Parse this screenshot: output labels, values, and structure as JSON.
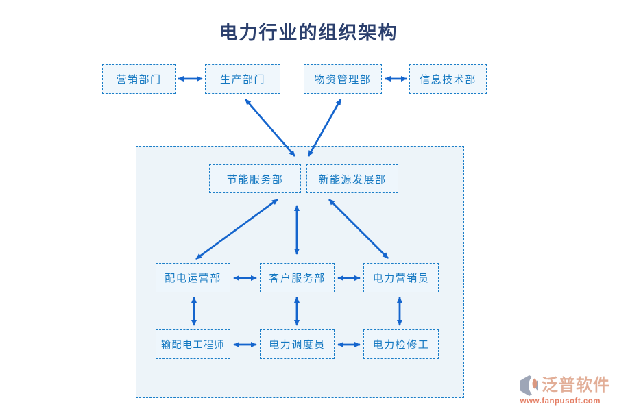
{
  "title": "电力行业的组织架构",
  "nodes": {
    "marketing_dept": "营销部门",
    "production_dept": "生产部门",
    "materials_dept": "物资管理部",
    "it_dept": "信息技术部",
    "energy_saving_dept": "节能服务部",
    "new_energy_dept": "新能源发展部",
    "distribution_ops_dept": "配电运营部",
    "customer_service_dept": "客户服务部",
    "power_marketer": "电力营销员",
    "td_engineer": "输配电工程师",
    "power_dispatcher": "电力调度员",
    "power_maintainer": "电力检修工"
  },
  "edges": [
    {
      "from": "marketing_dept",
      "to": "production_dept",
      "bidirectional": true
    },
    {
      "from": "materials_dept",
      "to": "it_dept",
      "bidirectional": true
    },
    {
      "from": "production_dept",
      "to": "energy_saving_dept",
      "bidirectional": true
    },
    {
      "from": "materials_dept",
      "to": "new_energy_dept",
      "bidirectional": true
    },
    {
      "from": "energy_saving_dept",
      "to": "distribution_ops_dept",
      "bidirectional": true
    },
    {
      "from": "energy_saving_dept",
      "to": "customer_service_dept",
      "bidirectional": true
    },
    {
      "from": "new_energy_dept",
      "to": "power_marketer",
      "bidirectional": true
    },
    {
      "from": "distribution_ops_dept",
      "to": "customer_service_dept",
      "bidirectional": true
    },
    {
      "from": "customer_service_dept",
      "to": "power_marketer",
      "bidirectional": true
    },
    {
      "from": "distribution_ops_dept",
      "to": "td_engineer",
      "bidirectional": true
    },
    {
      "from": "customer_service_dept",
      "to": "power_dispatcher",
      "bidirectional": true
    },
    {
      "from": "power_marketer",
      "to": "power_maintainer",
      "bidirectional": true
    },
    {
      "from": "td_engineer",
      "to": "power_dispatcher",
      "bidirectional": true
    },
    {
      "from": "power_dispatcher",
      "to": "power_maintainer",
      "bidirectional": true
    }
  ],
  "colors": {
    "title_text": "#2b3f6d",
    "node_border": "#1b7ec8",
    "node_fill": "#f0f7fc",
    "node_text": "#1478c1",
    "container_fill": "#edf4f9",
    "arrow": "#1565cd",
    "brand_text": "#dda086",
    "brand_url_text": "#e0684a",
    "logo_gray": "#8e97ab",
    "logo_salmon": "#d4876b"
  },
  "watermark": {
    "brand": "泛普软件",
    "url": "www.fanpusoft.com"
  }
}
